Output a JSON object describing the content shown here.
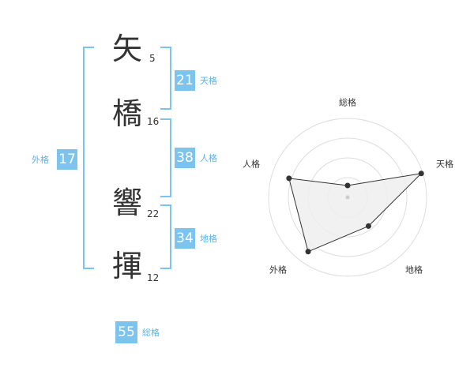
{
  "name": {
    "characters": [
      {
        "char": "矢",
        "strokes": "5"
      },
      {
        "char": "橋",
        "strokes": "16"
      },
      {
        "char": "響",
        "strokes": "22"
      },
      {
        "char": "揮",
        "strokes": "12"
      }
    ]
  },
  "scores": {
    "tenkaku": {
      "value": "21",
      "label": "天格"
    },
    "jinkaku": {
      "value": "38",
      "label": "人格"
    },
    "chikaku": {
      "value": "34",
      "label": "地格"
    },
    "gaikaku": {
      "value": "17",
      "label": "外格"
    },
    "soukaku": {
      "value": "55",
      "label": "総格"
    }
  },
  "colors": {
    "accent": "#7cc3ee",
    "accent_text": "#5ab3e6",
    "text": "#333333",
    "grid": "#dddddd",
    "fill": "#eeeeee"
  },
  "chart_data": {
    "type": "radar",
    "axes": [
      "総格",
      "天格",
      "地格",
      "外格",
      "人格"
    ],
    "values": [
      0.15,
      0.98,
      0.45,
      0.85,
      0.78
    ],
    "range": [
      0,
      1
    ],
    "rings": 4
  }
}
